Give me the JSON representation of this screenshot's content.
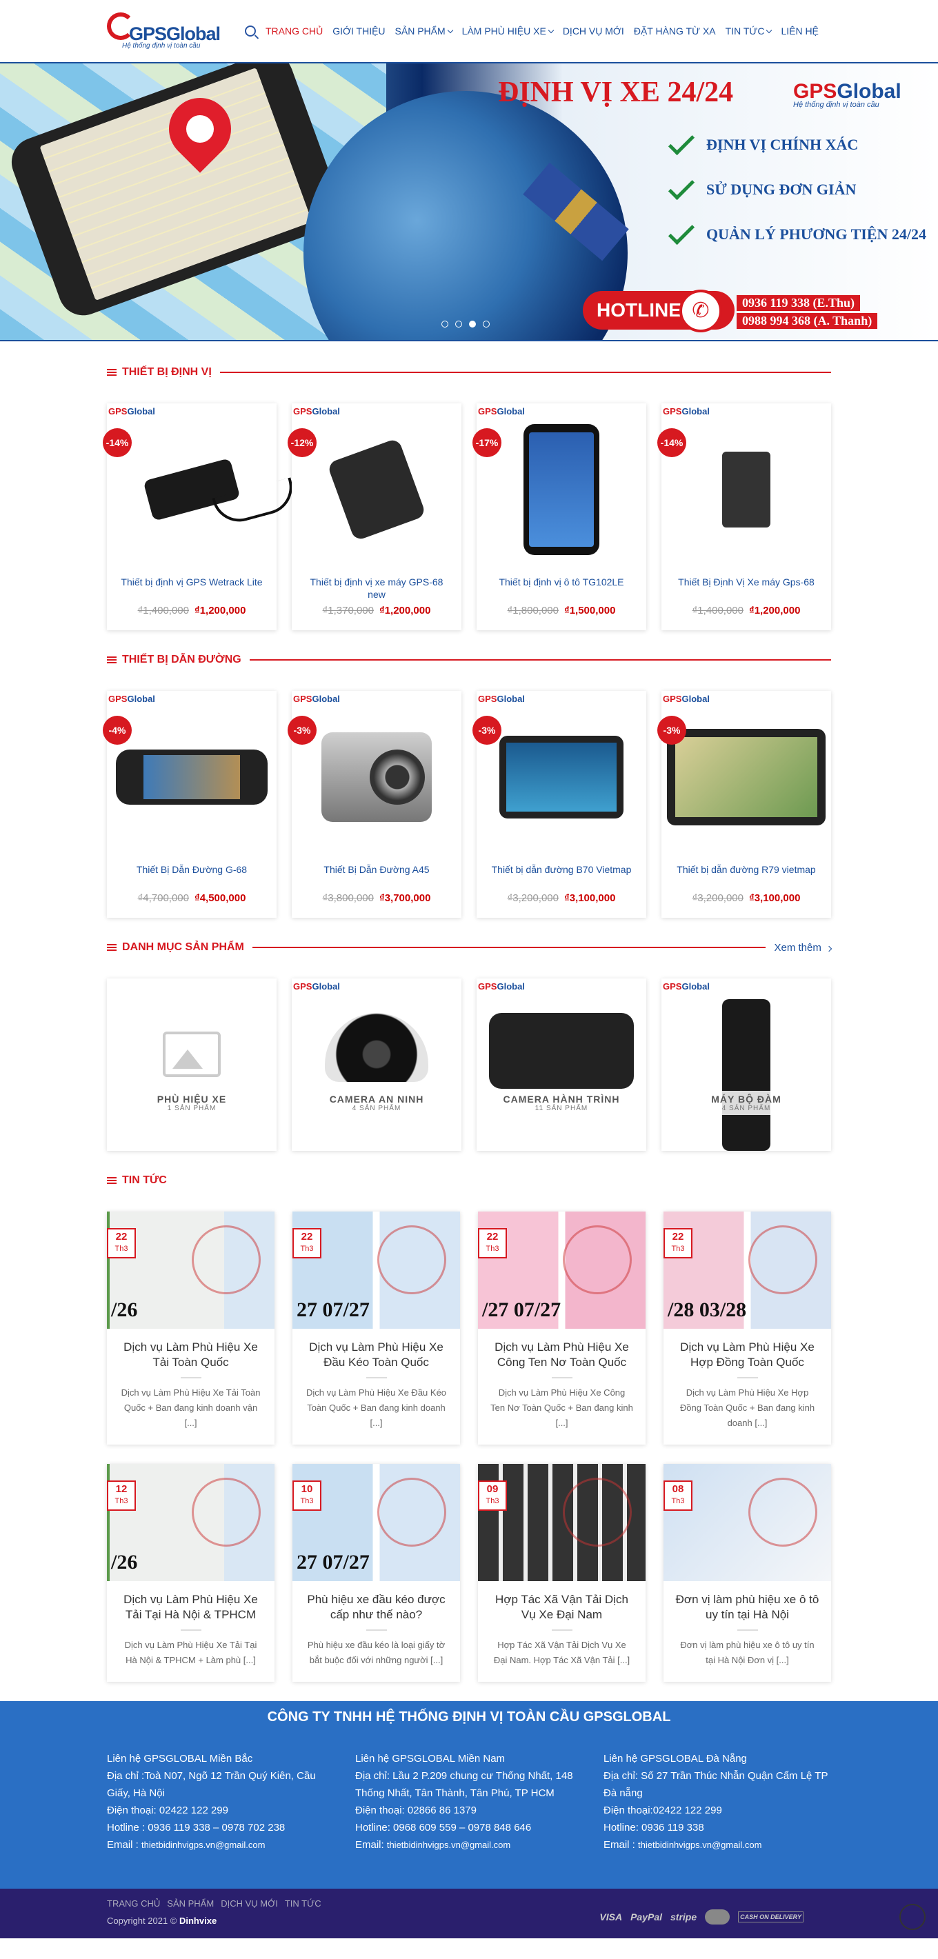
{
  "header": {
    "logo": {
      "text_a": "GPS",
      "text_b": "Global",
      "tagline": "Hệ thống định vị toàn cầu"
    },
    "nav": [
      {
        "label": "TRANG CHỦ",
        "active": true,
        "dropdown": false
      },
      {
        "label": "GIỚI THIỆU",
        "active": false,
        "dropdown": false
      },
      {
        "label": "SẢN PHẨM",
        "active": false,
        "dropdown": true
      },
      {
        "label": "LÀM PHÙ HIỆU XE",
        "active": false,
        "dropdown": true
      },
      {
        "label": "DỊCH VỤ MỚI",
        "active": false,
        "dropdown": false
      },
      {
        "label": "ĐẶT HÀNG TỪ XA",
        "active": false,
        "dropdown": false
      },
      {
        "label": "TIN TỨC",
        "active": false,
        "dropdown": true
      },
      {
        "label": "LIÊN HỆ",
        "active": false,
        "dropdown": false
      }
    ]
  },
  "banner": {
    "title": "ĐỊNH VỊ XE 24/24",
    "features": [
      "ĐỊNH VỊ CHÍNH XÁC",
      "SỬ DỤNG ĐƠN GIẢN",
      "QUẢN LÝ PHƯƠNG TIỆN 24/24"
    ],
    "hotline_label": "HOTLINE",
    "hotline_numbers": [
      "0936 119 338 (E.Thu)",
      "0988 994 368 (A. Thanh)"
    ],
    "slides": 4,
    "active_slide": 2
  },
  "sections": {
    "gps": {
      "title": "THIẾT BỊ ĐỊNH VỊ",
      "products": [
        {
          "name": "Thiết bị định vị GPS Wetrack Lite",
          "discount": "-14%",
          "old": "₫1,400,000",
          "new": "₫1,200,000",
          "img": "tracker"
        },
        {
          "name": "Thiết bị định vị xe máy GPS-68 new",
          "discount": "-12%",
          "old": "₫1,370,000",
          "new": "₫1,200,000",
          "img": "tracker2"
        },
        {
          "name": "Thiết bị định vị ô tô TG102LE",
          "discount": "-17%",
          "old": "₫1,800,000",
          "new": "₫1,500,000",
          "img": "phone"
        },
        {
          "name": "Thiết Bị Định Vị Xe máy Gps-68",
          "discount": "-14%",
          "old": "₫1,400,000",
          "new": "₫1,200,000",
          "img": "box"
        }
      ]
    },
    "nav_devices": {
      "title": "THIẾT BỊ DẪN ĐƯỜNG",
      "products": [
        {
          "name": "Thiết Bị Dẫn Đường G-68",
          "discount": "-4%",
          "old": "₫4,700,000",
          "new": "₫4,500,000",
          "img": "mirror"
        },
        {
          "name": "Thiết Bị Dẫn Đường A45",
          "discount": "-3%",
          "old": "₫3,800,000",
          "new": "₫3,700,000",
          "img": "cam"
        },
        {
          "name": "Thiết bị dẫn đường B70 Vietmap",
          "discount": "-3%",
          "old": "₫3,200,000",
          "new": "₫3,100,000",
          "img": "gps"
        },
        {
          "name": "Thiết bị dẫn đường R79 vietmap",
          "discount": "-3%",
          "old": "₫3,200,000",
          "new": "₫3,100,000",
          "img": "gps2"
        }
      ]
    },
    "categories": {
      "title": "DANH MỤC SẢN PHẨM",
      "more": "Xem thêm",
      "items": [
        {
          "name": "PHÙ HIỆU XE",
          "count": "1 SẢN PHẨM",
          "img": "placeholder"
        },
        {
          "name": "CAMERA AN NINH",
          "count": "4 SẢN PHẨM",
          "img": "dome"
        },
        {
          "name": "CAMERA HÀNH TRÌNH",
          "count": "11 SẢN PHẨM",
          "img": "dash"
        },
        {
          "name": "MÁY BỘ ĐÀM",
          "count": "4 SẢN PHẨM",
          "img": "radio"
        }
      ]
    },
    "news": {
      "title": "TIN TỨC",
      "rows": [
        [
          {
            "day": "22",
            "month": "Th3",
            "title": "Dịch vụ Làm Phù Hiệu Xe Tải Toàn Quốc",
            "excerpt": "Dịch vụ Làm Phù Hiệu Xe Tải Toàn Quốc + Ban đang kinh doanh vận [...]",
            "img": "c1",
            "big": "/26"
          },
          {
            "day": "22",
            "month": "Th3",
            "title": "Dịch vụ Làm Phù Hiệu Xe Đầu Kéo Toàn Quốc",
            "excerpt": "Dịch vụ Làm Phù Hiệu Xe Đầu Kéo Toàn Quốc + Ban đang kinh doanh [...]",
            "img": "c2",
            "big": "27      07/27"
          },
          {
            "day": "22",
            "month": "Th3",
            "title": "Dịch vụ Làm Phù Hiệu Xe Công Ten Nơ Toàn Quốc",
            "excerpt": "Dịch vụ Làm Phù Hiệu Xe Công Ten Nơ Toàn Quốc + Ban đang kinh [...]",
            "img": "c3",
            "big": "/27      07/27"
          },
          {
            "day": "22",
            "month": "Th3",
            "title": "Dịch vụ Làm Phù Hiệu Xe Hợp Đồng Toàn Quốc",
            "excerpt": "Dịch vụ Làm Phù Hiệu Xe Hợp Đồng Toàn Quốc + Ban đang kinh doanh [...]",
            "img": "c4",
            "big": "/28      03/28"
          }
        ],
        [
          {
            "day": "12",
            "month": "Th3",
            "title": "Dịch vụ Làm Phù Hiệu Xe Tải Tại Hà Nội & TPHCM",
            "excerpt": "Dịch vụ Làm Phù Hiệu Xe Tải Tại Hà Nội & TPHCM + Làm phù [...]",
            "img": "c1",
            "big": "/26"
          },
          {
            "day": "10",
            "month": "Th3",
            "title": "Phù hiệu xe đầu kéo được cấp như thế nào?",
            "excerpt": "Phù hiệu xe đầu kéo là loại giấy tờ bắt buộc đối với những người [...]",
            "img": "c2",
            "big": "27      07/27"
          },
          {
            "day": "09",
            "month": "Th3",
            "title": "Hợp Tác Xã Vận Tải Dịch Vụ Xe Đại Nam",
            "excerpt": "Hợp Tác Xã Vận Tải Dịch Vụ Xe Đại Nam. Hợp Tác Xã Vận Tải [...]",
            "img": "c5",
            "big": ""
          },
          {
            "day": "08",
            "month": "Th3",
            "title": "Đơn vị làm phù hiệu xe ô tô uy tín tại Hà Nội",
            "excerpt": "Đơn vị làm phù hiệu xe ô tô uy tín tại Hà Nội Đơn vị [...]",
            "img": "c6",
            "big": ""
          }
        ]
      ]
    }
  },
  "footer": {
    "title": "CÔNG TY TNHH HỆ THỐNG ĐỊNH VỊ TOÀN CẦU GPSGLOBAL",
    "cols": [
      {
        "heading": "Liên hệ GPSGLOBAL Miền Bắc",
        "address": "Địa chỉ :Toà N07, Ngõ 12 Trần Quý Kiên, Cầu Giấy, Hà Nội",
        "phone": "Điện thoại: 02422 122 299",
        "hotline": "Hotline : 0936 119 338 – 0978 702 238",
        "email_label": "Email : ",
        "email": "thietbidinhvigps.vn@gmail.com"
      },
      {
        "heading": "Liên hệ GPSGLOBAL Miền Nam",
        "address": "Địa chỉ: Lầu 2 P.209 chung cư Thống Nhất, 148 Thống Nhất, Tân Thành, Tân Phú, TP HCM",
        "phone": "Điện thoại: 02866 86 1379",
        "hotline": "Hotline: 0968 609 559 – 0978 848 646",
        "email_label": "Email: ",
        "email": "thietbidinhvigps.vn@gmail.com"
      },
      {
        "heading": "Liên hệ GPSGLOBAL Đà Nẵng",
        "address": "Địa chỉ: Số 27 Trần Thúc Nhẫn Quận Cẩm Lệ TP Đà nẵng",
        "phone": "Điện thoại:02422 122 299",
        "hotline": "Hotline: 0936 119 338",
        "email_label": "Email : ",
        "email": "thietbidinhvigps.vn@gmail.com"
      }
    ],
    "bottom_nav": [
      "TRANG CHỦ",
      "SẢN PHẨM",
      "DỊCH VỤ MỚI",
      "TIN TỨC"
    ],
    "copyright_prefix": "Copyright 2021 © ",
    "copyright_owner": "Dinhvixe",
    "payments": [
      "VISA",
      "PayPal",
      "stripe",
      "mastercard",
      "CASH ON DELIVERY"
    ]
  }
}
